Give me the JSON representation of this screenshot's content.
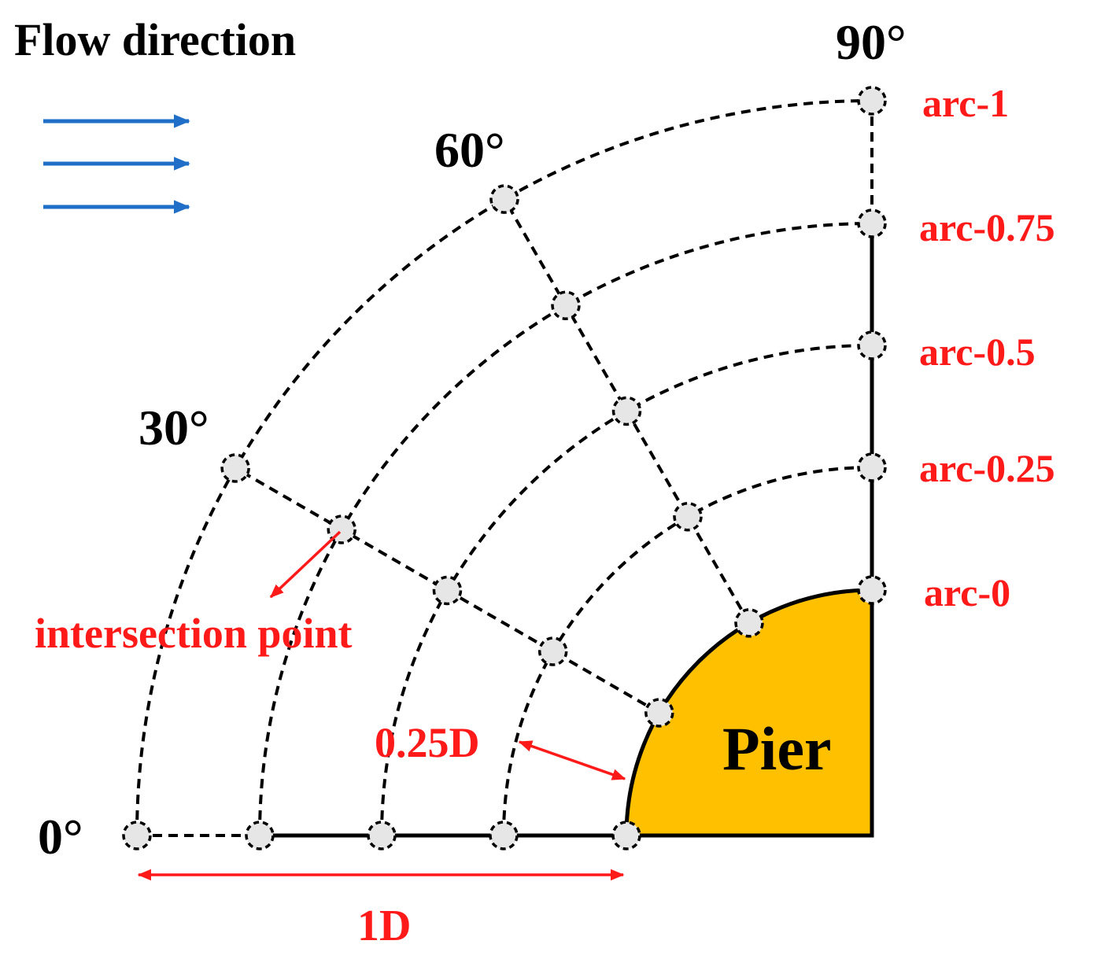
{
  "flow": {
    "label": "Flow direction",
    "arrow_color": "#1f6fc8",
    "arrow_count": 3
  },
  "angles": [
    "0°",
    "30°",
    "60°",
    "90°"
  ],
  "arcs": [
    "arc-0",
    "arc-0.25",
    "arc-0.5",
    "arc-0.75",
    "arc-1"
  ],
  "annotations": {
    "intersection": "intersection point",
    "gap": "0.25D",
    "span": "1D"
  },
  "pier": {
    "label": "Pier",
    "color": "#ffc000"
  },
  "colors": {
    "annotation_red": "#ff1a1a",
    "node_fill": "#e6e6e6"
  }
}
